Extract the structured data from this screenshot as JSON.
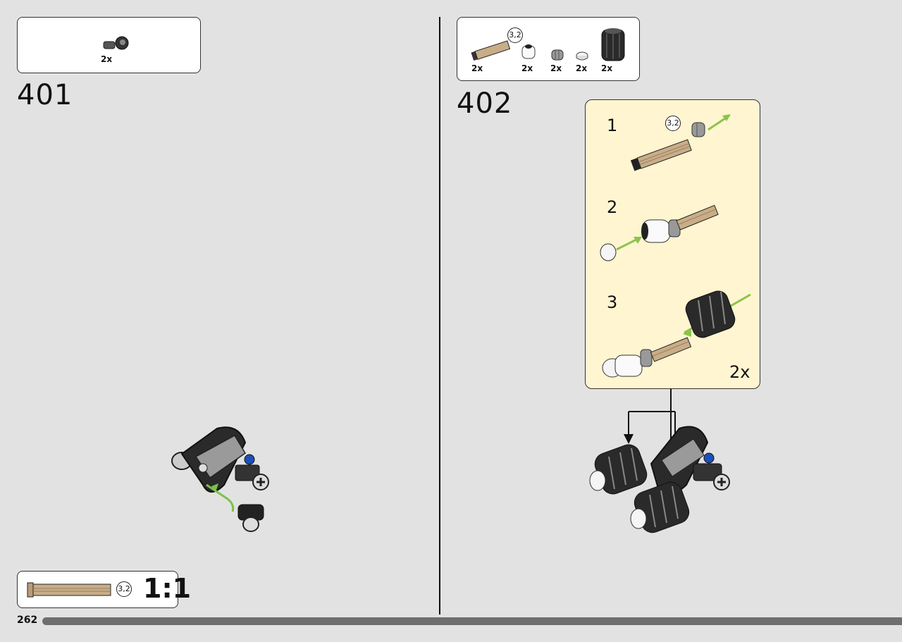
{
  "page": {
    "number": "262"
  },
  "step401": {
    "number": "401",
    "parts": [
      {
        "icon": "pin-connector-icon",
        "qty": "2x"
      }
    ]
  },
  "step402": {
    "number": "402",
    "parts": [
      {
        "icon": "axle-tan-icon",
        "qty": "2x"
      },
      {
        "icon": "bushing-clear-icon",
        "qty": "2x",
        "badge": "3,2"
      },
      {
        "icon": "bush-gray-icon",
        "qty": "2x"
      },
      {
        "icon": "round-tile-white-icon",
        "qty": "2x"
      },
      {
        "icon": "tire-black-icon",
        "qty": "2x"
      }
    ],
    "substeps": [
      {
        "number": "1",
        "badge": "3,2"
      },
      {
        "number": "2"
      },
      {
        "number": "3"
      }
    ],
    "multiplier": "2x"
  },
  "scale_reference": {
    "badge": "3,2",
    "ratio": "1:1"
  }
}
